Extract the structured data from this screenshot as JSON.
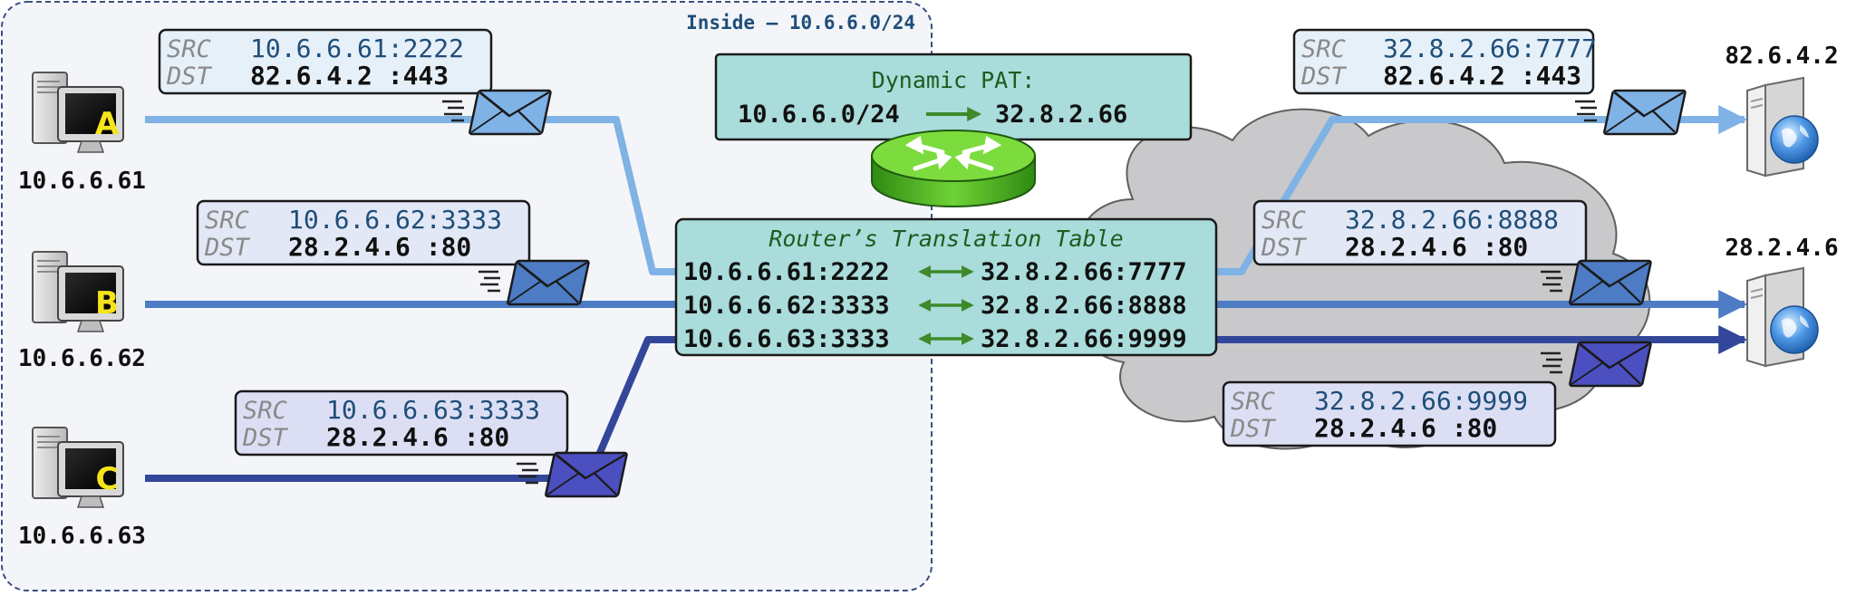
{
  "inside_zone": {
    "label": "Inside – 10.6.6.0/24"
  },
  "hosts": [
    {
      "letter": "A",
      "ip": "10.6.6.61"
    },
    {
      "letter": "B",
      "ip": "10.6.6.62"
    },
    {
      "letter": "C",
      "ip": "10.6.6.63"
    }
  ],
  "servers": [
    {
      "ip": "82.6.4.2",
      "icon": "web-server-icon"
    },
    {
      "ip": "28.2.4.6",
      "icon": "web-server-icon"
    }
  ],
  "packet_labels": {
    "src": "SRC",
    "dst": "DST"
  },
  "inside_packets": [
    {
      "src_ip": "10.6.6.61",
      "src_port": ":2222",
      "dst_ip": "82.6.4.2 ",
      "dst_port": ":443"
    },
    {
      "src_ip": "10.6.6.62",
      "src_port": ":3333",
      "dst_ip": "28.2.4.6 ",
      "dst_port": ":80"
    },
    {
      "src_ip": "10.6.6.63",
      "src_port": ":3333",
      "dst_ip": "28.2.4.6 ",
      "dst_port": ":80"
    }
  ],
  "outside_packets": [
    {
      "src_ip": "32.8.2.66",
      "src_port": ":7777",
      "dst_ip": "82.6.4.2 ",
      "dst_port": ":443"
    },
    {
      "src_ip": "32.8.2.66",
      "src_port": ":8888",
      "dst_ip": "28.2.4.6 ",
      "dst_port": ":80"
    },
    {
      "src_ip": "32.8.2.66",
      "src_port": ":9999",
      "dst_ip": "28.2.4.6 ",
      "dst_port": ":80"
    }
  ],
  "pat": {
    "title": "Dynamic PAT:",
    "from": "10.6.6.0/24",
    "to": "32.8.2.66"
  },
  "translation_table": {
    "title": "Router’s Translation Table",
    "rows": [
      {
        "inside": "10.6.6.61:2222",
        "outside": "32.8.2.66:7777"
      },
      {
        "inside": "10.6.6.62:3333",
        "outside": "32.8.2.66:8888"
      },
      {
        "inside": "10.6.6.63:3333",
        "outside": "32.8.2.66:9999"
      }
    ]
  },
  "colors": {
    "flow_a": "#7fb2e5",
    "flow_b": "#4d7cc4",
    "flow_c": "#33479a",
    "inside_bg": "#f3f5f8",
    "table_bg": "#a9dcda",
    "router_green": "#5cc22b",
    "cloud": "#c9c9cb"
  }
}
